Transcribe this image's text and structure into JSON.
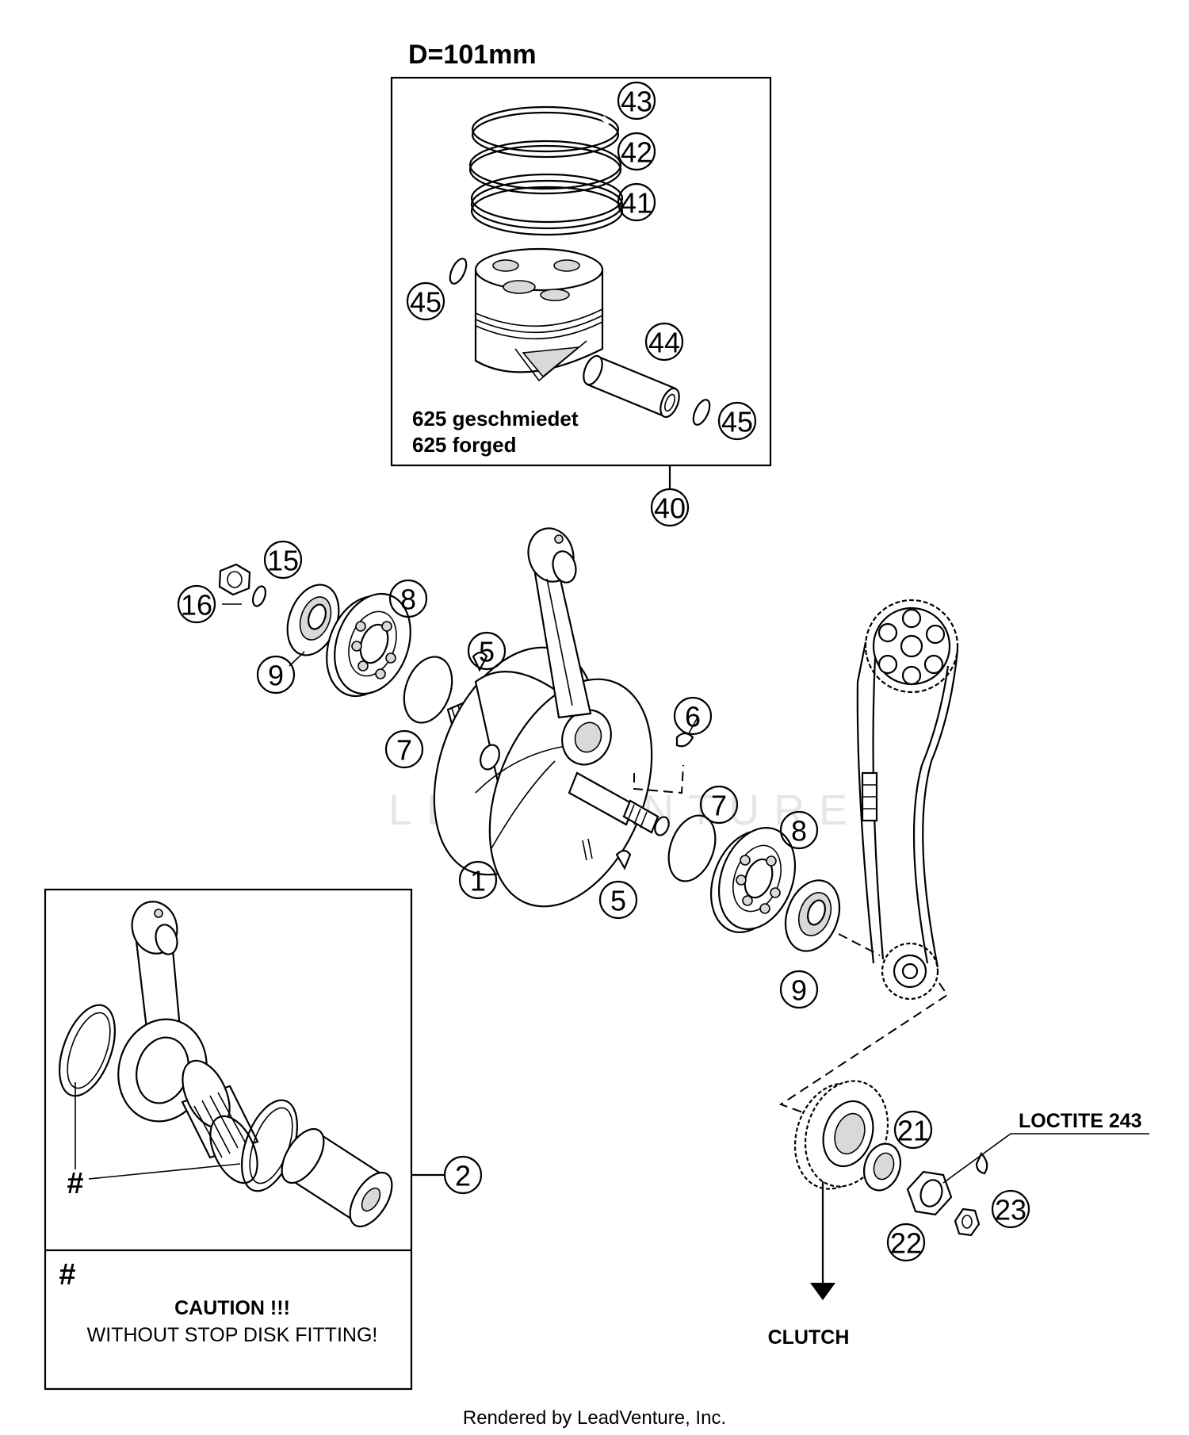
{
  "title": "D=101mm",
  "piston_note": [
    "625 geschmiedet",
    "625 forged"
  ],
  "callouts": [
    {
      "id": "c43",
      "label": "43"
    },
    {
      "id": "c42",
      "label": "42"
    },
    {
      "id": "c41",
      "label": "41"
    },
    {
      "id": "c45a",
      "label": "45"
    },
    {
      "id": "c44",
      "label": "44"
    },
    {
      "id": "c45b",
      "label": "45"
    },
    {
      "id": "c40",
      "label": "40"
    },
    {
      "id": "c15",
      "label": "15"
    },
    {
      "id": "c16",
      "label": "16"
    },
    {
      "id": "c8a",
      "label": "8"
    },
    {
      "id": "c9a",
      "label": "9"
    },
    {
      "id": "c5a",
      "label": "5"
    },
    {
      "id": "c7a",
      "label": "7"
    },
    {
      "id": "c6",
      "label": "6"
    },
    {
      "id": "c7b",
      "label": "7"
    },
    {
      "id": "c8b",
      "label": "8"
    },
    {
      "id": "c1",
      "label": "1"
    },
    {
      "id": "c5b",
      "label": "5"
    },
    {
      "id": "c9b",
      "label": "9"
    },
    {
      "id": "c2",
      "label": "2"
    },
    {
      "id": "c21",
      "label": "21"
    },
    {
      "id": "c23",
      "label": "23"
    },
    {
      "id": "c22",
      "label": "22"
    }
  ],
  "loctite_label": "LOCTITE 243",
  "clutch_label": "CLUTCH",
  "hash_mark": "#",
  "caution": {
    "symbol": "#",
    "heading": "CAUTION !!!",
    "text": "WITHOUT STOP DISK FITTING!"
  },
  "watermark": "LEADVENTURE",
  "footer": "Rendered by LeadVenture, Inc."
}
